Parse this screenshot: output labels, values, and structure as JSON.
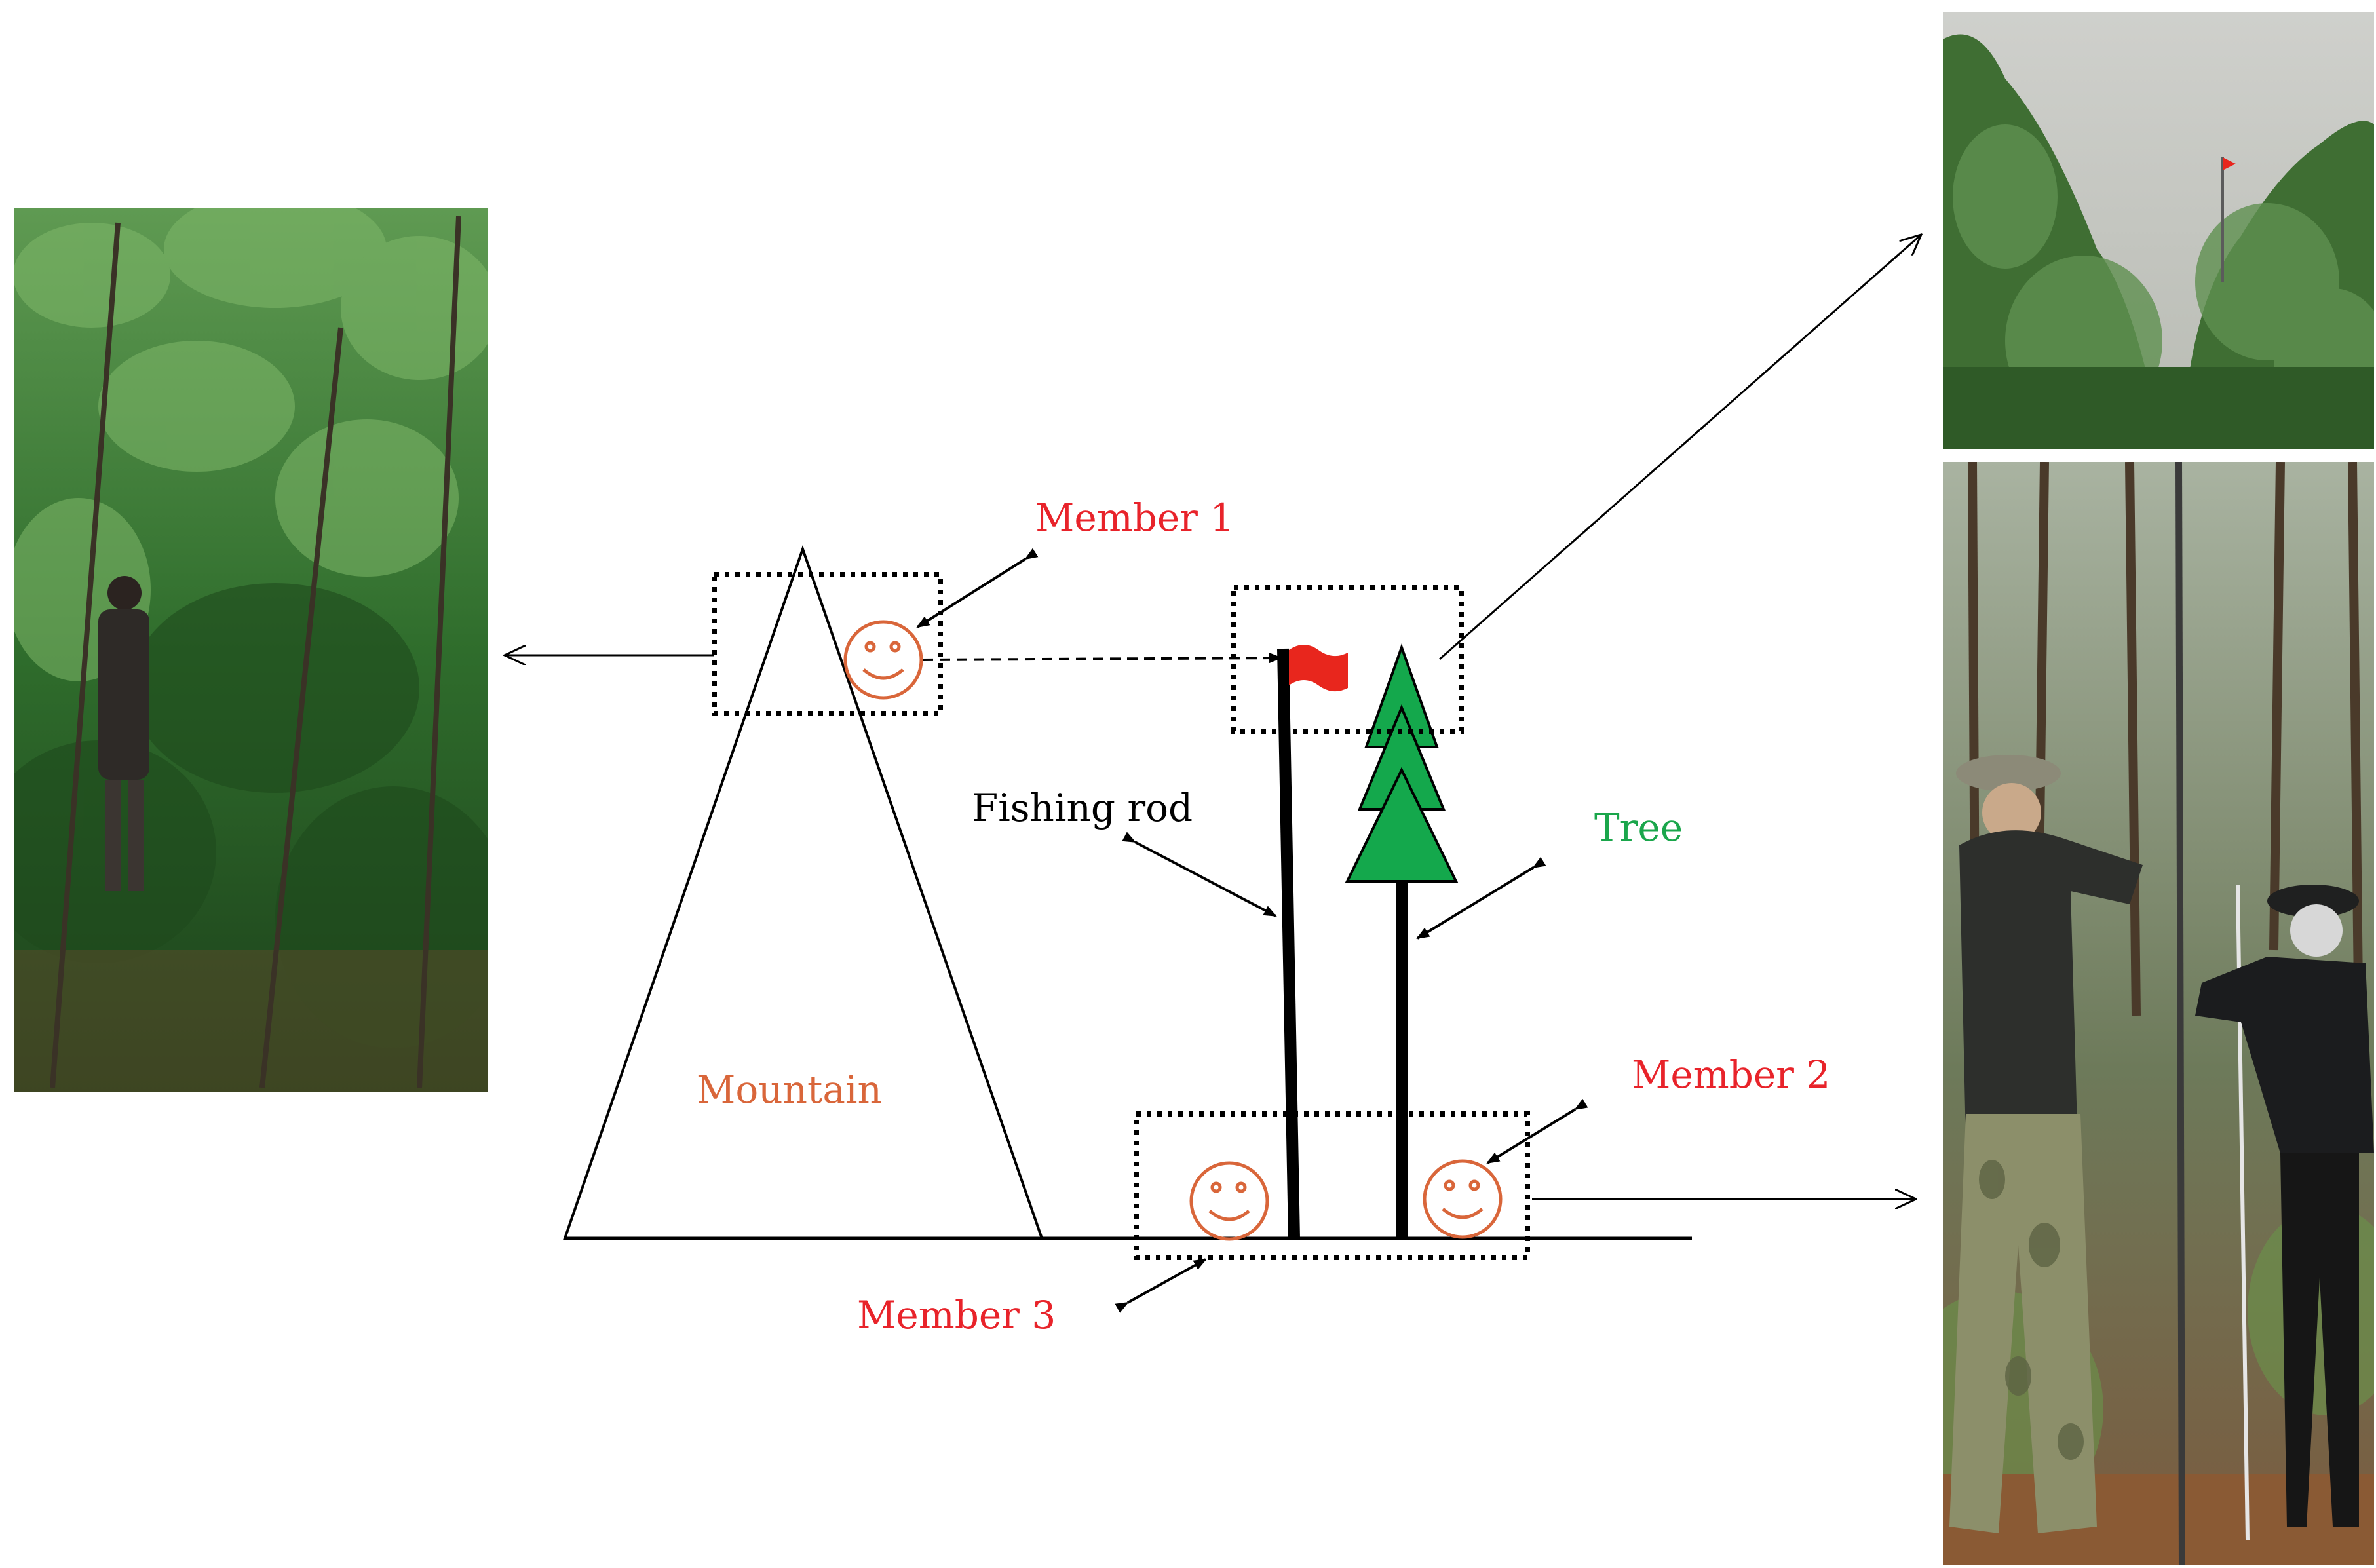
{
  "labels": {
    "member1": "Member 1",
    "member2": "Member 2",
    "member3": "Member 3",
    "fishing_rod": "Fishing rod",
    "tree": "Tree",
    "mountain": "Mountain"
  },
  "colors": {
    "member_label": "#e8232a",
    "mountain_label": "#d9663a",
    "tree_label": "#1aa64b",
    "tree_fill": "#14a84c",
    "smiley": "#d9663a",
    "flag": "#e8261d",
    "line": "#000000"
  },
  "photos": {
    "left": "photo-member-on-mountain",
    "right_top": "photo-flag-above-canopy",
    "right_bottom": "photo-members-measuring"
  }
}
